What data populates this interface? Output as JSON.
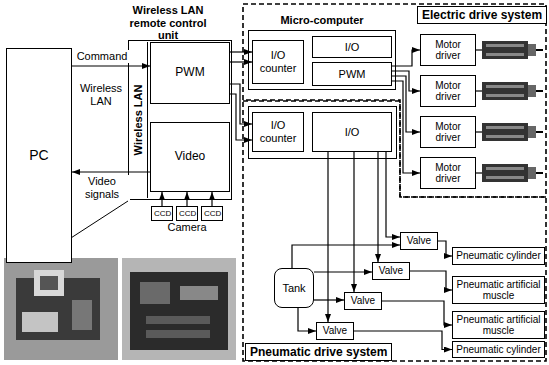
{
  "diagram": {
    "nodes": [
      {
        "text": [
          "PC"
        ]
      },
      {
        "text": [
          "Wireless LAN remote control unit"
        ]
      },
      {
        "text": [
          "Wireless LAN"
        ],
        "in": 1
      },
      {
        "text": [
          "PWM"
        ],
        "in": 1
      },
      {
        "text": [
          "Video"
        ],
        "in": 1
      },
      {
        "text": [
          "CCD"
        ]
      },
      {
        "text": [
          "CCD"
        ]
      },
      {
        "text": [
          "CCD"
        ]
      },
      {
        "text": [
          "Electric drive system"
        ]
      },
      {
        "text": [
          "Micro-computer"
        ],
        "in": 8
      },
      {
        "text": [
          "I/O counter"
        ],
        "in": 9
      },
      {
        "text": [
          "I/O"
        ],
        "in": 9
      },
      {
        "text": [
          "PWM"
        ],
        "in": 9
      },
      {
        "text": [
          "Motor driver"
        ],
        "in": 8
      },
      {
        "text": [
          "Motor driver"
        ],
        "in": 8
      },
      {
        "text": [
          "Motor driver"
        ],
        "in": 8
      },
      {
        "text": [
          "Motor driver"
        ],
        "in": 8
      },
      {
        "text": [
          "Pneumatic drive system"
        ]
      },
      {
        "text": [
          "I/O counter"
        ],
        "in": 17
      },
      {
        "text": [
          "I/O"
        ],
        "in": 17
      },
      {
        "text": [
          "Tank"
        ],
        "in": 17
      },
      {
        "text": [
          "Valve"
        ],
        "in": 17
      },
      {
        "text": [
          "Valve"
        ],
        "in": 17
      },
      {
        "text": [
          "Valve"
        ],
        "in": 17
      },
      {
        "text": [
          "Valve"
        ],
        "in": 17
      },
      {
        "text": [
          "Pneumatic cylinder"
        ],
        "in": 17
      },
      {
        "text": [
          "Pneumatic artificial muscle"
        ],
        "in": 17
      },
      {
        "text": [
          "Pneumatic artificial muscle"
        ],
        "in": 17
      },
      {
        "text": [
          "Pneumatic cylinder"
        ],
        "in": 17
      }
    ],
    "edges": [
      {
        "from": 0,
        "to": 3,
        "label": "Command",
        "arrow": "to"
      },
      {
        "from": 4,
        "to": 0,
        "label": "Video signals",
        "arrow": "to"
      },
      {
        "from": 5,
        "to": 4,
        "arrow": "to"
      },
      {
        "from": 6,
        "to": 4,
        "arrow": "to"
      },
      {
        "from": 7,
        "to": 4,
        "arrow": "to"
      },
      {
        "from": 3,
        "to": 10,
        "arrow": "to"
      },
      {
        "from": 3,
        "to": 10,
        "arrow": "to"
      },
      {
        "from": 3,
        "to": 18,
        "arrow": "to"
      },
      {
        "from": 3,
        "to": 18,
        "arrow": "to"
      },
      {
        "from": 12,
        "to": 13,
        "arrow": "to"
      },
      {
        "from": 12,
        "to": 14,
        "arrow": "to"
      },
      {
        "from": 12,
        "to": 15,
        "arrow": "to"
      },
      {
        "from": 12,
        "to": 16,
        "arrow": "to"
      },
      {
        "from": 19,
        "to": 21,
        "arrow": "to"
      },
      {
        "from": 19,
        "to": 22,
        "arrow": "to"
      },
      {
        "from": 19,
        "to": 23,
        "arrow": "to"
      },
      {
        "from": 19,
        "to": 24,
        "arrow": "to"
      },
      {
        "from": 20,
        "to": 21,
        "arrow": "to"
      },
      {
        "from": 20,
        "to": 22,
        "arrow": "to"
      },
      {
        "from": 20,
        "to": 23,
        "arrow": "to"
      },
      {
        "from": 20,
        "to": 24,
        "arrow": "to"
      },
      {
        "from": 21,
        "to": 25,
        "arrow": "to"
      },
      {
        "from": 22,
        "to": 26,
        "arrow": "to"
      },
      {
        "from": 23,
        "to": 27,
        "arrow": "to"
      },
      {
        "from": 24,
        "to": 28,
        "arrow": "to"
      }
    ],
    "labels": [
      "Wireless LAN",
      "Camera"
    ]
  }
}
